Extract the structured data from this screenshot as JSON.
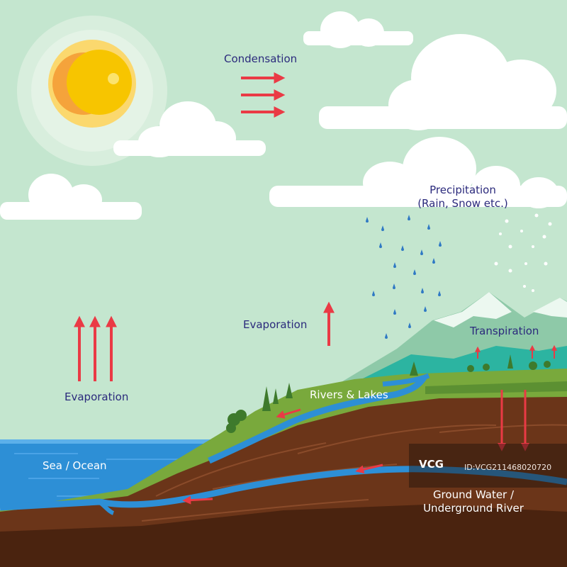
{
  "labels": {
    "condensation": "Condensation",
    "precipitation_line1": "Precipitation",
    "precipitation_line2": "(Rain, Snow etc.)",
    "evaporation_sky": "Evaporation",
    "evaporation_sea": "Evaporation",
    "transpiration": "Transpiration",
    "rivers_lakes": "Rivers & Lakes",
    "sea_ocean": "Sea / Ocean",
    "groundwater_line1": "Ground Water /",
    "groundwater_line2": "Underground River"
  },
  "watermark": {
    "logo": "VCG",
    "id": "ID:VCG211468020720"
  },
  "colors": {
    "sky": "#c4e6cf",
    "label_dark": "#2b2a7c",
    "arrow": "#ea3a45",
    "sea": "#2d8fd6",
    "grass": "#79a93c",
    "soil": "#6b3519",
    "sun": "#f7c500"
  }
}
